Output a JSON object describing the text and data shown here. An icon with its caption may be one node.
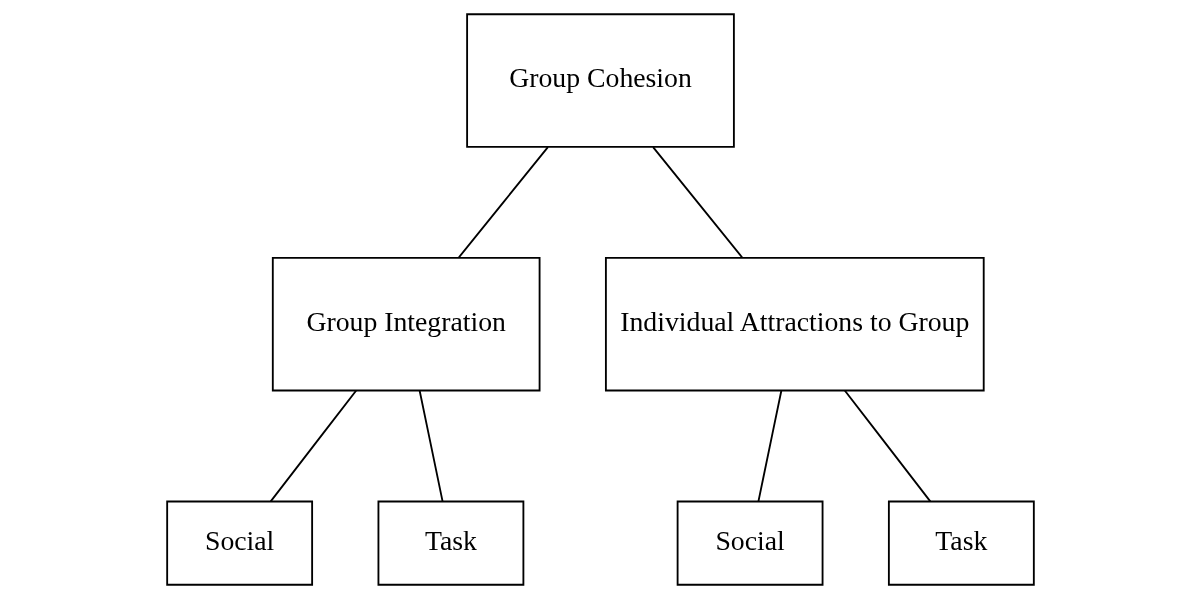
{
  "diagram": {
    "nodes": [
      {
        "text": [
          "Group Cohesion"
        ]
      },
      {
        "text": [
          "Group Integration"
        ]
      },
      {
        "text": [
          "Individual Attractions to Group"
        ]
      },
      {
        "text": [
          "Social"
        ]
      },
      {
        "text": [
          "Task"
        ]
      },
      {
        "text": [
          "Social"
        ]
      },
      {
        "text": [
          "Task"
        ]
      }
    ],
    "edges": [
      {
        "from": 0,
        "to": 1,
        "arrow": "none"
      },
      {
        "from": 0,
        "to": 2,
        "arrow": "none"
      },
      {
        "from": 1,
        "to": 3,
        "arrow": "none"
      },
      {
        "from": 1,
        "to": 4,
        "arrow": "none"
      },
      {
        "from": 2,
        "to": 5,
        "arrow": "none"
      },
      {
        "from": 2,
        "to": 6,
        "arrow": "none"
      }
    ]
  }
}
